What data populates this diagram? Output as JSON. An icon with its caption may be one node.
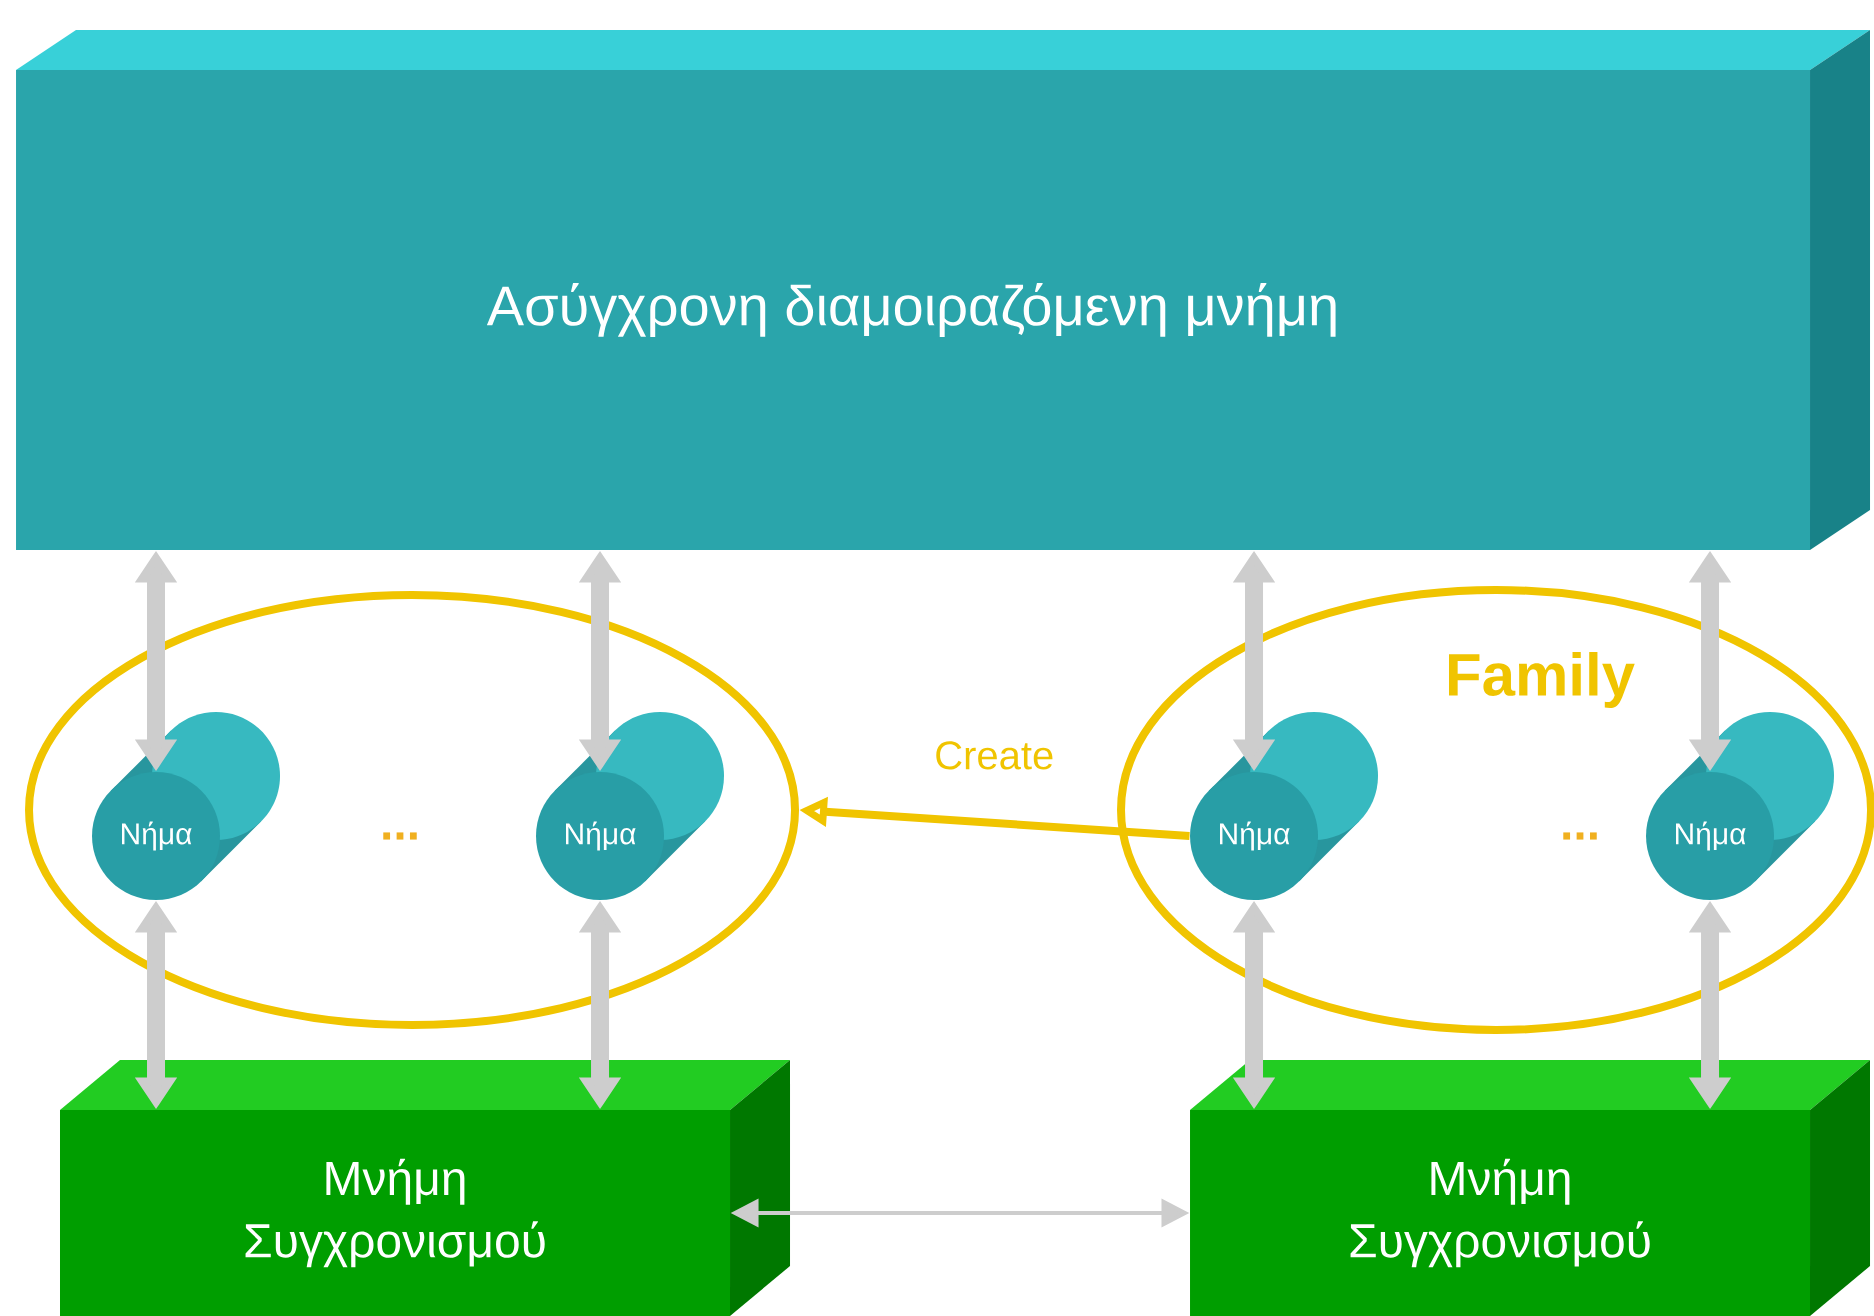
{
  "diagram": {
    "nodes": [
      {
        "text": [
          "Ασύγχρονη διαμοιραζόμενη μνήμη"
        ]
      },
      {
        "text": [],
        "shape": "ellipse"
      },
      {
        "text": [
          "Νήμα"
        ],
        "in": 1
      },
      {
        "text": [
          "Νήμα"
        ],
        "in": 1
      },
      {
        "text": [
          "Family"
        ]
      },
      {
        "text": [
          "Νήμα"
        ],
        "in": 4
      },
      {
        "text": [
          "Νήμα"
        ],
        "in": 4
      },
      {
        "text": [
          "Μνήμη Συγχρονισμού"
        ]
      },
      {
        "text": [
          "Μνήμη Συγχρονισμού"
        ]
      }
    ],
    "edges": [
      {
        "from": 0,
        "to": 2,
        "arrow": "both"
      },
      {
        "from": 0,
        "to": 3,
        "arrow": "both"
      },
      {
        "from": 0,
        "to": 5,
        "arrow": "both"
      },
      {
        "from": 0,
        "to": 6,
        "arrow": "both"
      },
      {
        "from": 2,
        "to": 7,
        "arrow": "both"
      },
      {
        "from": 3,
        "to": 7,
        "arrow": "both"
      },
      {
        "from": 5,
        "to": 8,
        "arrow": "both"
      },
      {
        "from": 6,
        "to": 8,
        "arrow": "both"
      },
      {
        "from": 7,
        "to": 8,
        "arrow": "both"
      },
      {
        "from": 5,
        "to": 1,
        "arrow": "to",
        "label": "Create",
        "color": "#f0c400"
      }
    ],
    "labels": [
      "...",
      "..."
    ]
  }
}
